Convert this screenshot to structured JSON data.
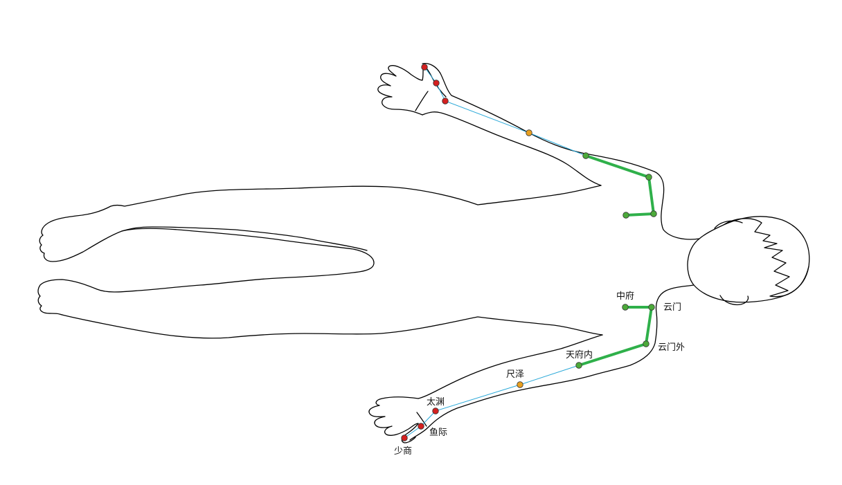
{
  "colors": {
    "outline": "#000000",
    "meridian_line": "#29a8d8",
    "meridian_upper_arm": "#2fb04a",
    "point_hand": "#d42020",
    "point_elbow": "#e8a020",
    "point_upper": "#4caa3a"
  },
  "points": [
    {
      "key": "zhongfu",
      "label": "中府",
      "side": "lower",
      "group": "upper"
    },
    {
      "key": "yunmen",
      "label": "云门",
      "side": "lower",
      "group": "upper"
    },
    {
      "key": "yunmenwai",
      "label": "云门外",
      "side": "lower",
      "group": "upper"
    },
    {
      "key": "tianfunei",
      "label": "天府内",
      "side": "lower",
      "group": "upper"
    },
    {
      "key": "chize",
      "label": "尺泽",
      "side": "lower",
      "group": "elbow"
    },
    {
      "key": "taiyuan",
      "label": "太渊",
      "side": "lower",
      "group": "hand"
    },
    {
      "key": "yuji",
      "label": "鱼际",
      "side": "lower",
      "group": "hand"
    },
    {
      "key": "shaoshang",
      "label": "少商",
      "side": "lower",
      "group": "hand"
    }
  ]
}
